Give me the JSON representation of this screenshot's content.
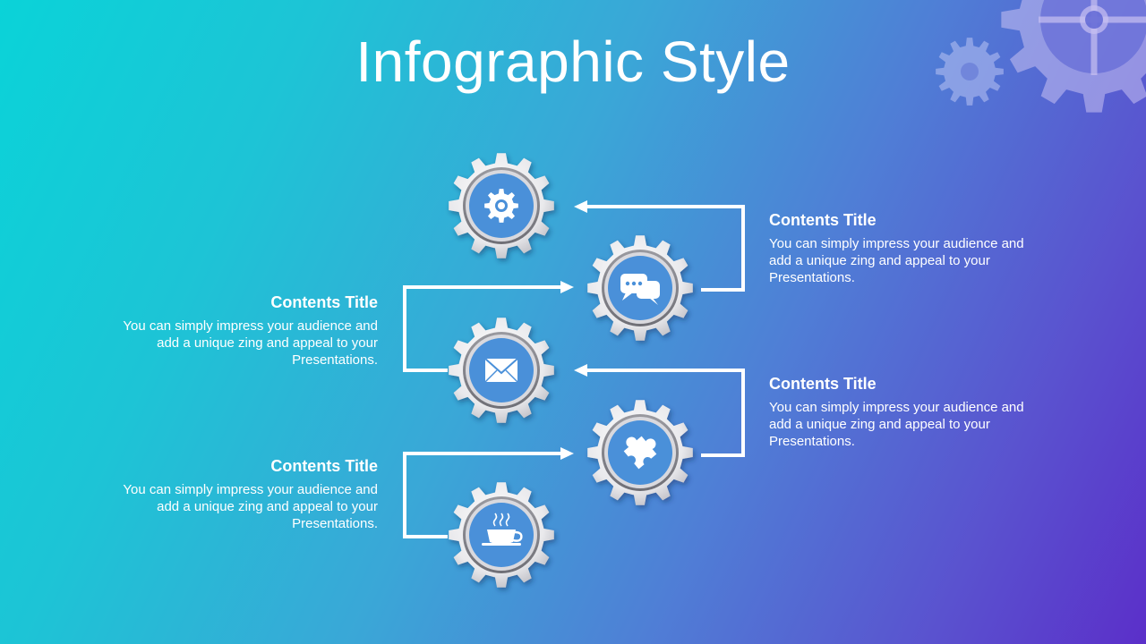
{
  "slide": {
    "title": "Infographic Style"
  },
  "blocks": [
    {
      "title": "Contents Title",
      "body": "You can simply impress your audience and add a unique zing and appeal to your Presentations."
    },
    {
      "title": "Contents Title",
      "body": "You can simply impress your audience and add a unique zing and appeal to your Presentations."
    },
    {
      "title": "Contents Title",
      "body": "You can simply impress your audience and add a unique zing and appeal to your Presentations."
    },
    {
      "title": "Contents Title",
      "body": "You can simply impress your audience and add a unique zing and appeal to your Presentations."
    }
  ],
  "gears": [
    {
      "icon": "gear-icon"
    },
    {
      "icon": "chat-bubbles-icon"
    },
    {
      "icon": "envelope-icon"
    },
    {
      "icon": "puzzle-piece-icon"
    },
    {
      "icon": "coffee-cup-icon"
    }
  ],
  "colors": {
    "background_start": "#0ad3d8",
    "background_end": "#5b2fc9",
    "gear_inner": "#4a90d9",
    "connector": "#ffffff"
  }
}
